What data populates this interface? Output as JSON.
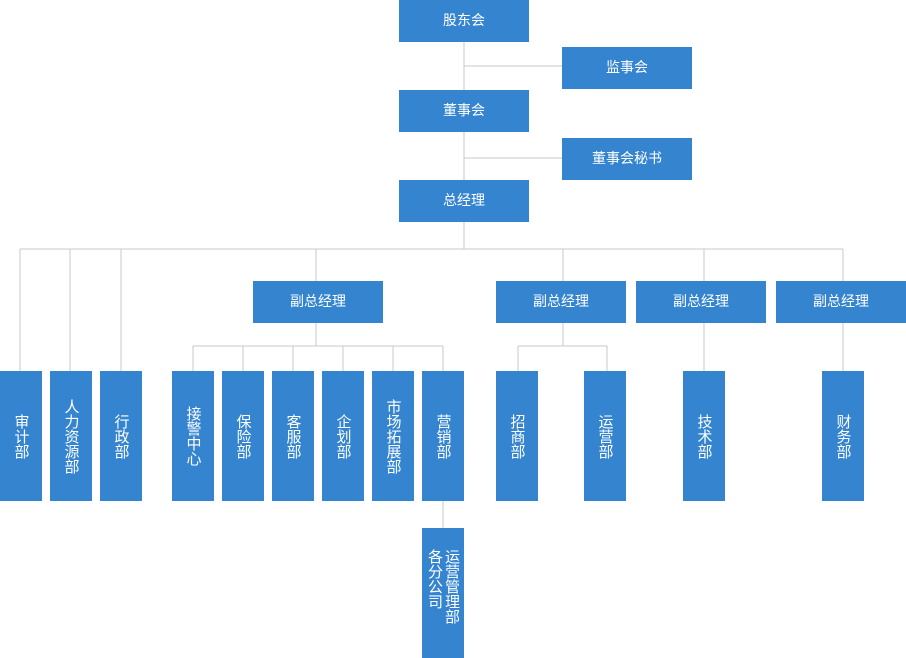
{
  "colors": {
    "box": "#3584d0",
    "line": "#c8c8c8",
    "text": "#ffffff"
  },
  "org": {
    "shareholders": "股东会",
    "supervisors": "监事会",
    "board": "董事会",
    "board_secretary": "董事会秘书",
    "general_manager": "总经理",
    "deputy_gm": [
      "副总经理",
      "副总经理",
      "副总经理",
      "副总经理"
    ],
    "direct_departments": [
      "审计部",
      "人力资源部",
      "行政部"
    ],
    "group1_departments": [
      "接警中心",
      "保险部",
      "客服部",
      "企划部",
      "市场拓展部",
      "营销部"
    ],
    "sub_unit": "运营管理部各分公司",
    "group2_departments": [
      "招商部",
      "运营部"
    ],
    "group3_departments": [
      "技术部"
    ],
    "group4_departments": [
      "财务部"
    ]
  }
}
